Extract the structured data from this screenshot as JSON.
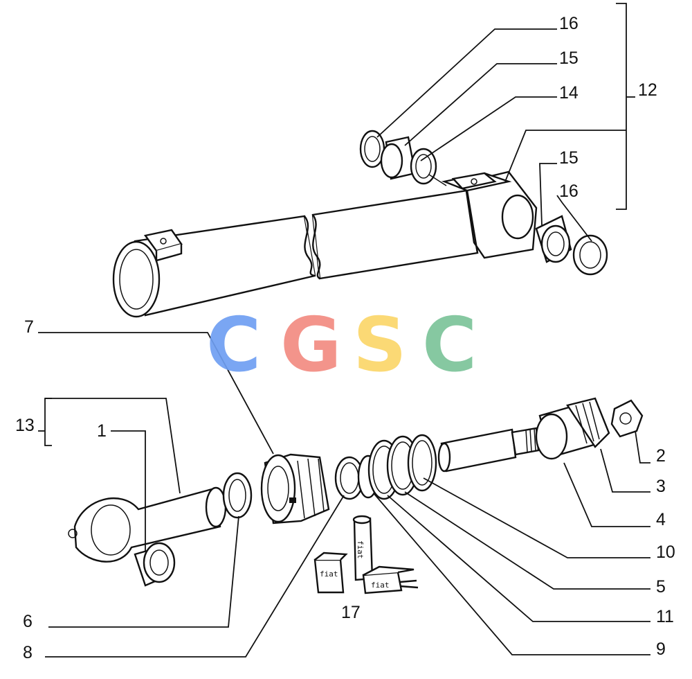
{
  "watermark": {
    "letters": [
      {
        "char": "C",
        "color": "#6f9ff2"
      },
      {
        "char": "G",
        "color": "#f28b82"
      },
      {
        "char": "S",
        "color": "#fbd66a"
      },
      {
        "char": "C",
        "color": "#7cc49a"
      }
    ]
  },
  "callouts": {
    "c1": "1",
    "c2": "2",
    "c3": "3",
    "c4": "4",
    "c5": "5",
    "c6": "6",
    "c7": "7",
    "c8": "8",
    "c9": "9",
    "c10": "10",
    "c11": "11",
    "c12": "12",
    "c13": "13",
    "c14": "14",
    "c15a": "15",
    "c15b": "15",
    "c16a": "16",
    "c16b": "16",
    "c17": "17"
  },
  "stamp_text": "fiat"
}
